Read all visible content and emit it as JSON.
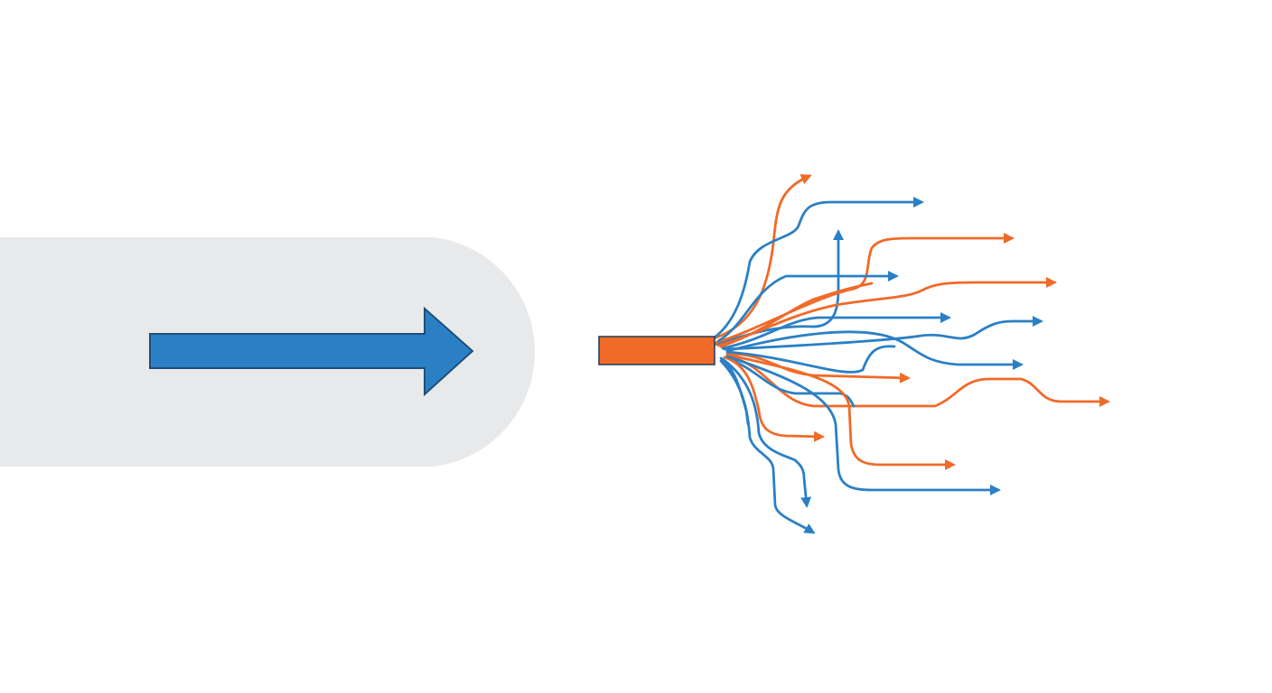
{
  "colors": {
    "background": "#ffffff",
    "pill": "#e8e9ea",
    "blue": "#2b80c5",
    "blue_outline": "#1f4e79",
    "orange": "#f06a28"
  },
  "elements": {
    "pill": "rounded-panel",
    "main_arrow": "right-arrow-icon",
    "source_bar": "source-bar",
    "branches": "diverging-arrows",
    "branch_count": 20
  }
}
